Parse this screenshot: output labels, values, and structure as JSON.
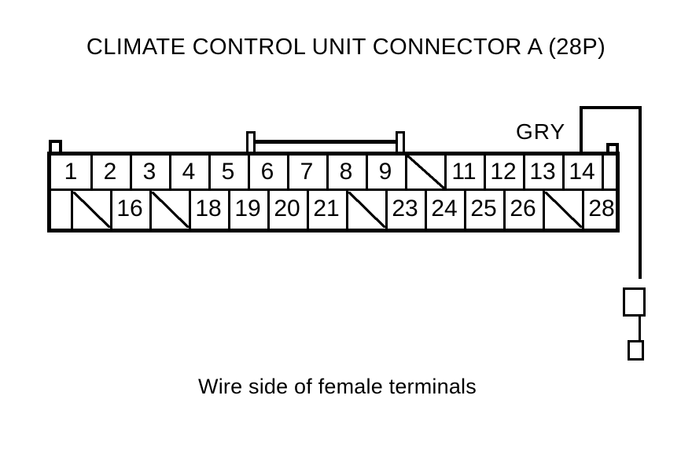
{
  "page": {
    "title": "CLIMATE CONTROL UNIT CONNECTOR A (28P)",
    "caption": "Wire side of female terminals"
  },
  "connector": {
    "designation": "A",
    "pin_count_label": "28P",
    "top_row": [
      "1",
      "2",
      "3",
      "4",
      "5",
      "6",
      "7",
      "8",
      "9",
      "",
      "11",
      "12",
      "13",
      "14"
    ],
    "bottom_row": [
      "",
      "16",
      "",
      "18",
      "19",
      "20",
      "21",
      "",
      "23",
      "24",
      "25",
      "26",
      "",
      "28"
    ],
    "skipped_positions": [
      "10",
      "15",
      "17",
      "22",
      "27"
    ]
  },
  "wire": {
    "color_label": "GRY",
    "connected_pin": "14"
  },
  "colors": {
    "line": "#000000",
    "background": "#ffffff"
  }
}
